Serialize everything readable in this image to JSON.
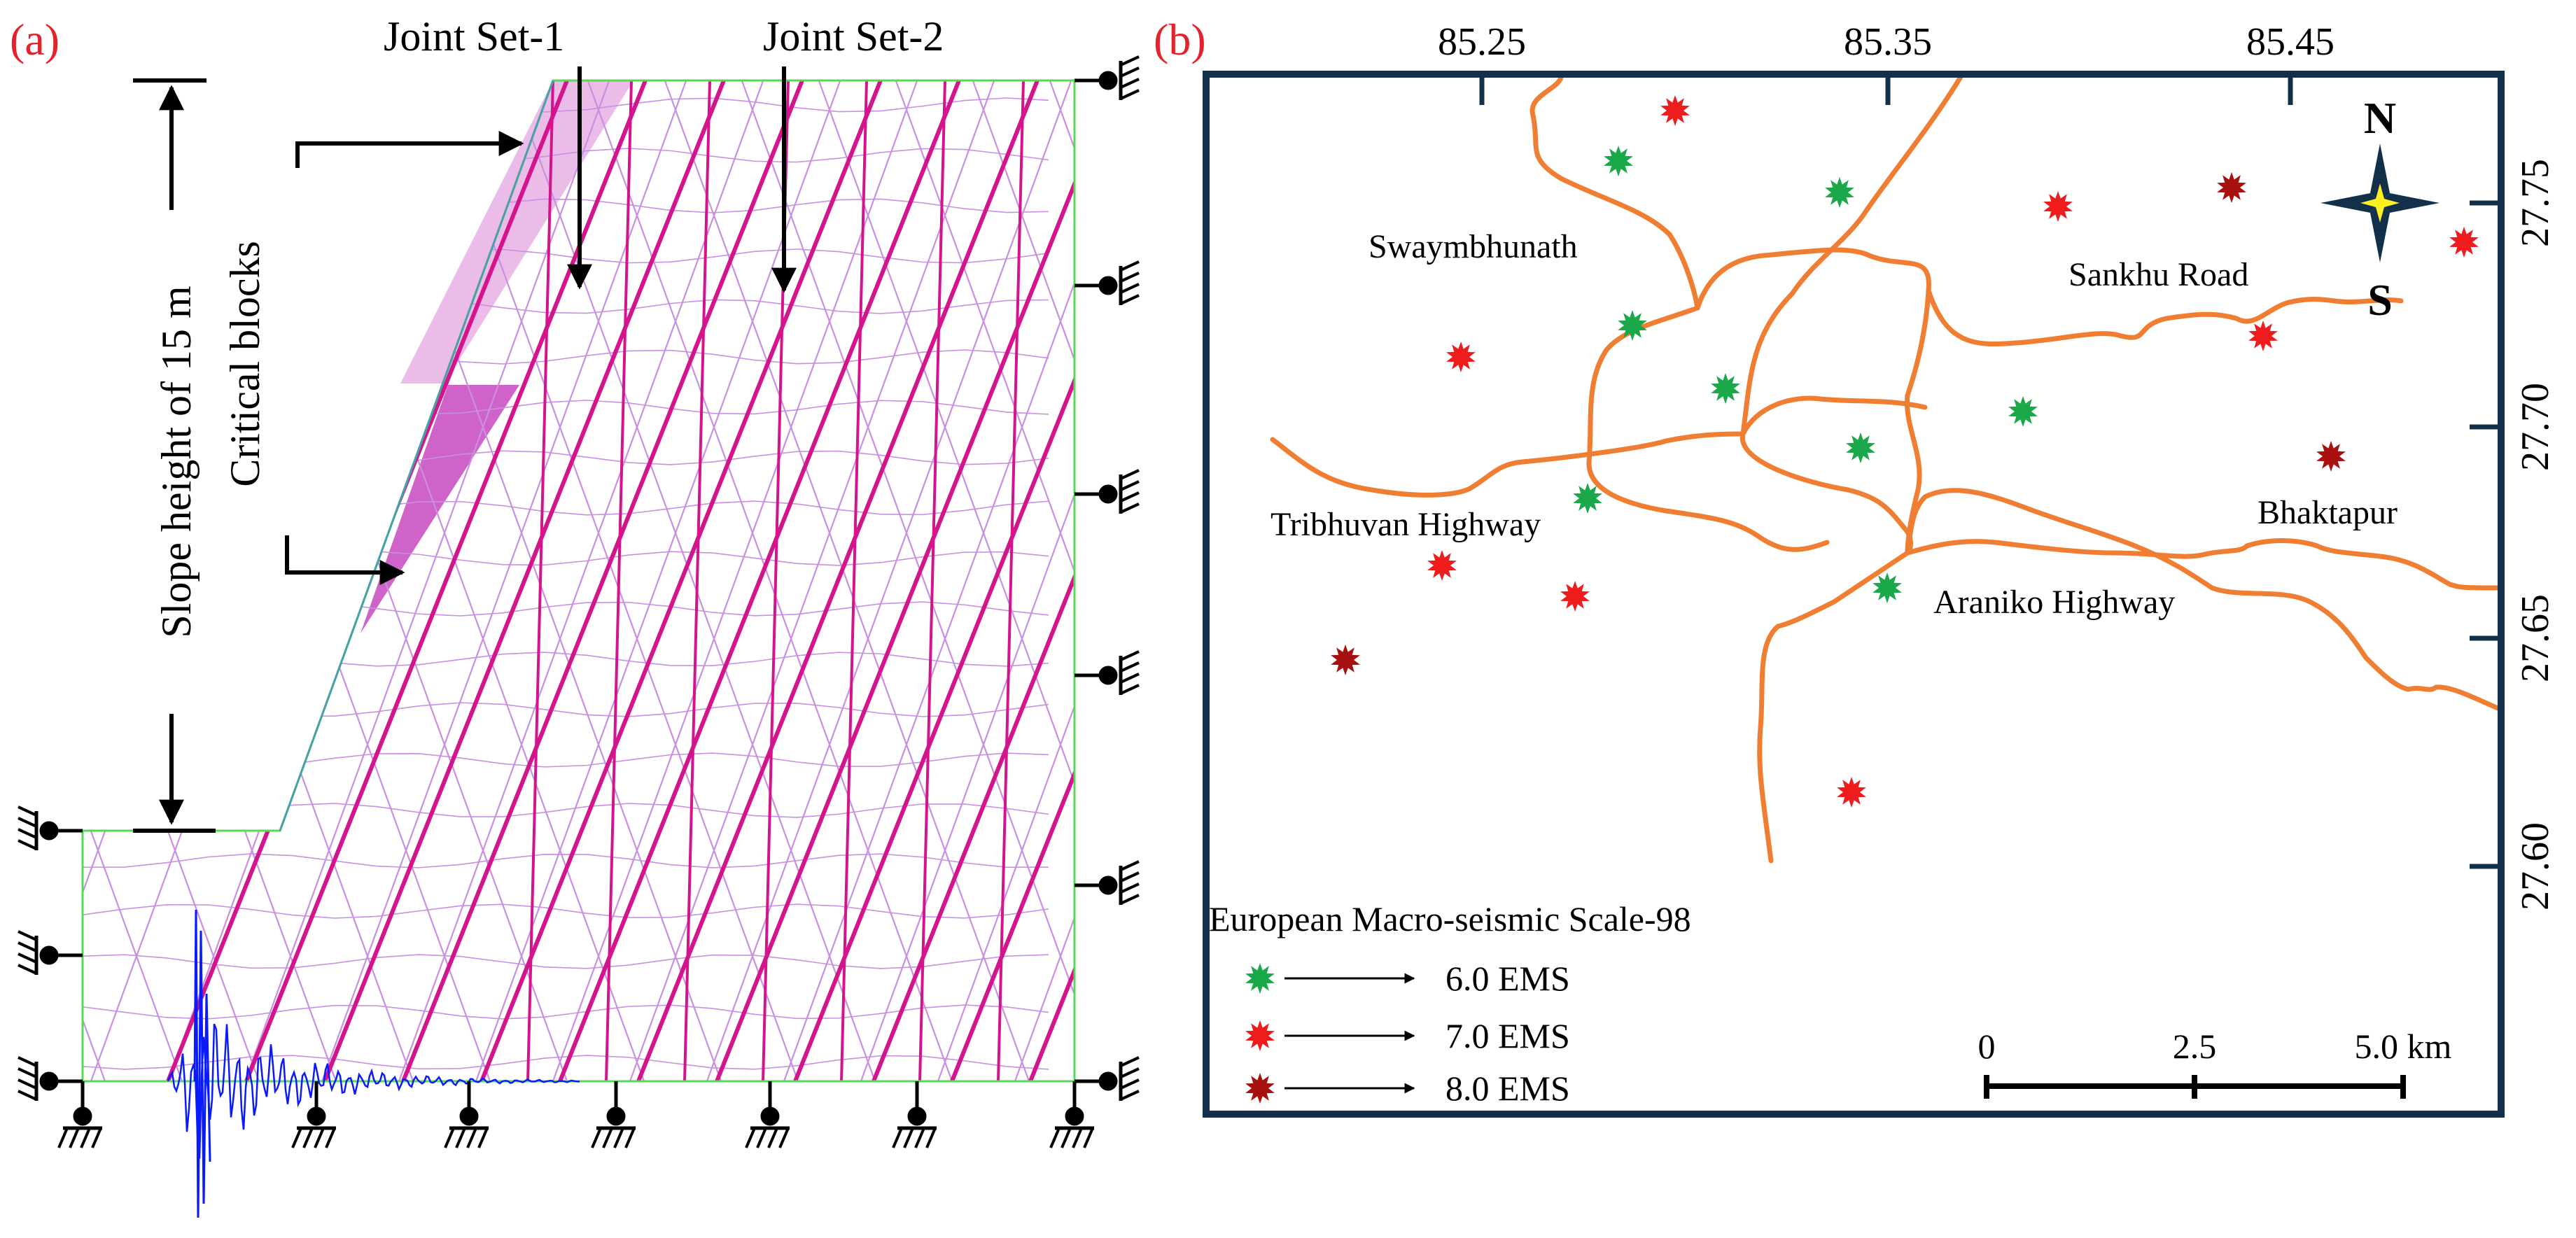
{
  "panel_a": {
    "label": "(a)",
    "joint_set_1": "Joint Set-1",
    "joint_set_2": "Joint Set-2",
    "critical_blocks": "Critical blocks",
    "slope_height": "Slope height of 15 m",
    "colors": {
      "mesh": "#c98fe0",
      "joints": "#d4148c",
      "block_light": "#e9b4e4",
      "block_dark": "#cf5fc8",
      "boundary": "#57d957",
      "signal": "#0a1aff"
    }
  },
  "panel_b": {
    "label": "(b)",
    "top_ticks": [
      "85.25",
      "85.35",
      "85.45"
    ],
    "right_ticks": [
      "27.75",
      "27.70",
      "27.65",
      "27.60"
    ],
    "compass_n": "N",
    "compass_s": "S",
    "places": {
      "swaymbhunath": "Swaymbhunath",
      "sankhu_road": "Sankhu Road",
      "tribhuvan_highway": "Tribhuvan Highway",
      "bhaktapur": "Bhaktapur",
      "araniko_highway": "Araniko Highway"
    },
    "legend_title": "European Macro-seismic Scale-98",
    "legend_items": [
      {
        "label": "6.0 EMS",
        "color": "#1aa84a"
      },
      {
        "label": "7.0 EMS",
        "color": "#ee1c1c"
      },
      {
        "label": "8.0 EMS",
        "color": "#a80f0f"
      }
    ],
    "scale_labels": [
      "0",
      "2.5",
      "5.0 km"
    ],
    "road_color": "#ef7d32",
    "frame_color": "#12304a"
  }
}
